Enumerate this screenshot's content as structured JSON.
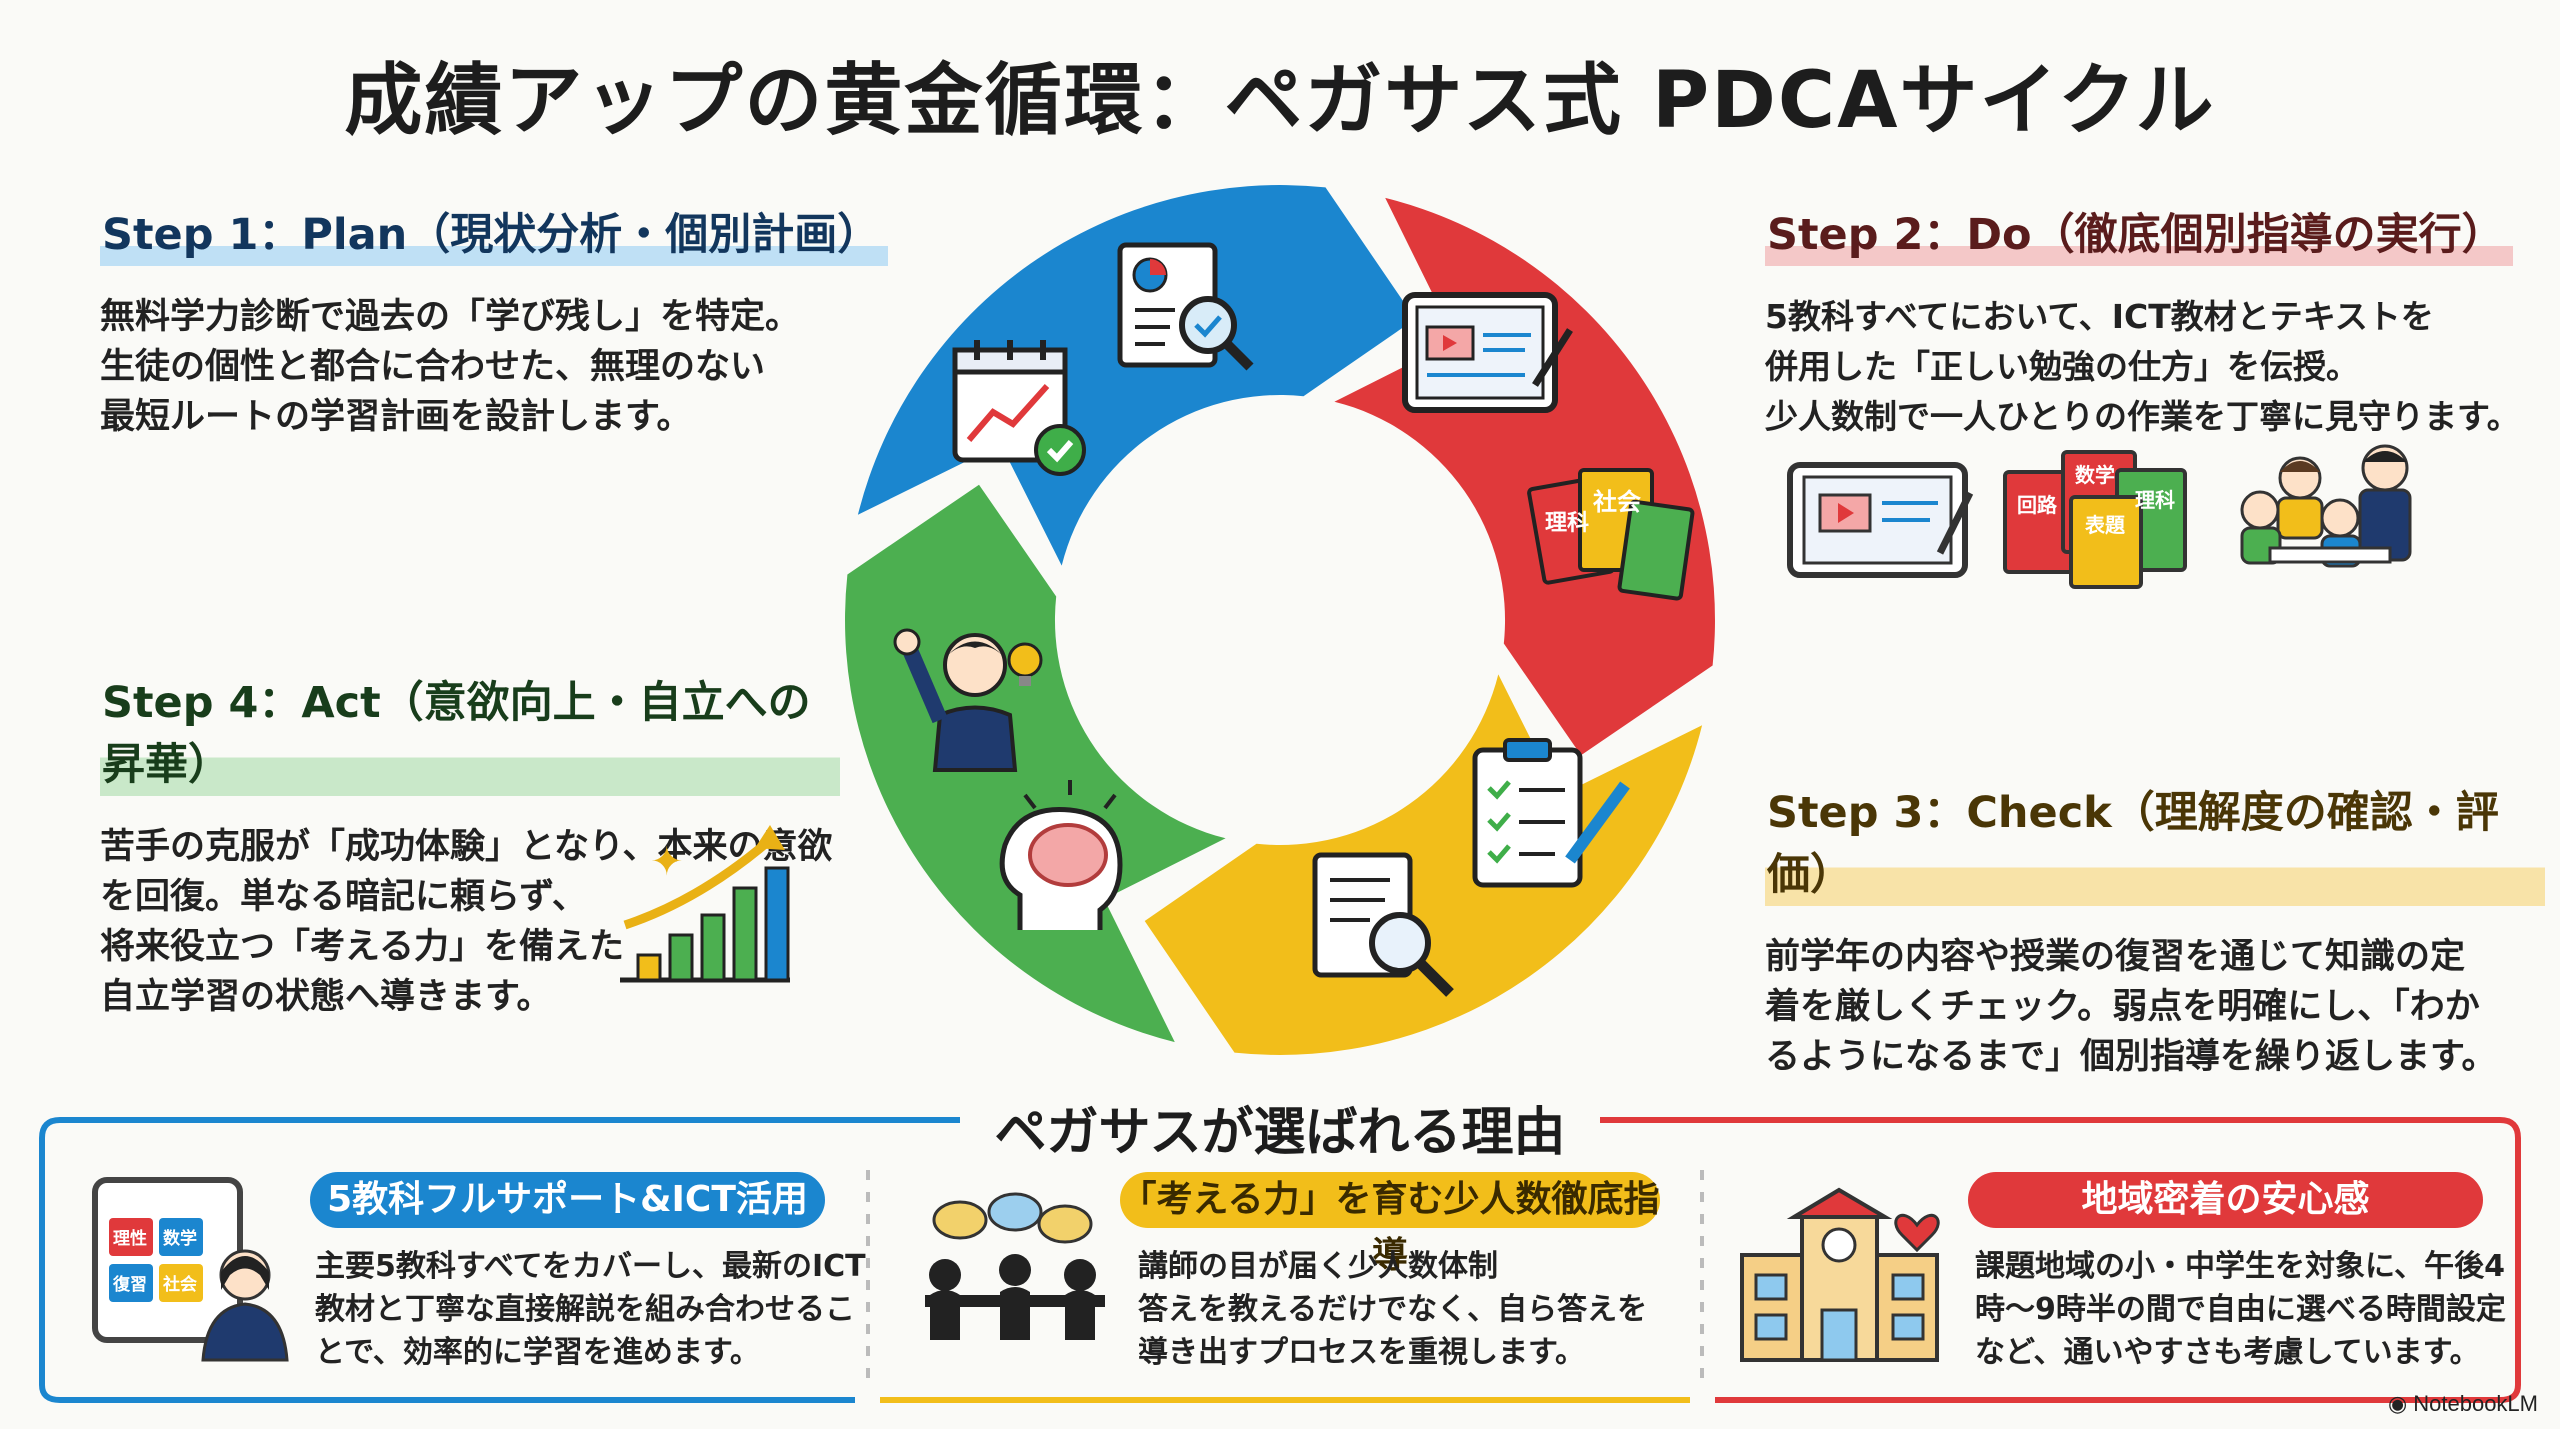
{
  "title": "成績アップの黄金循環：ペガサス式 PDCAサイクル",
  "steps": {
    "plan": {
      "heading": "Step 1：Plan（現状分析・個別計画）",
      "lines": [
        "無料学力診断で過去の「学び残し」を特定。",
        "生徒の個性と都合に合わせた、無理のない",
        "最短ルートの学習計画を設計します。"
      ]
    },
    "do": {
      "heading": "Step 2：Do（徹底個別指導の実行）",
      "lines": [
        "5教科すべてにおいて、ICT教材とテキストを",
        "併用した「正しい勉強の仕方」を伝授。",
        "少人数制で一人ひとりの作業を丁寧に見守ります。"
      ]
    },
    "check": {
      "heading": "Step 3：Check（理解度の確認・評価）",
      "lines": [
        "前学年の内容や授業の復習を通じて知識の定",
        "着を厳しくチェック。弱点を明確にし、「わか",
        "るようになるまで」個別指導を繰り返します。"
      ]
    },
    "act": {
      "heading": "Step 4：Act（意欲向上・自立への昇華）",
      "lines": [
        "苦手の克服が「成功体験」となり、本来の意欲",
        "を回復。単なる暗記に頼らず、",
        "将来役立つ「考える力」を備えた",
        "自立学習の状態へ導きます。"
      ]
    }
  },
  "book_labels": {
    "do_books": [
      "回路",
      "数学",
      "理科",
      "表題"
    ],
    "cycle_books": [
      "理科",
      "社会"
    ],
    "tablet_books": [
      "理性",
      "数学",
      "復習",
      "社会"
    ]
  },
  "reasons": {
    "title": "ペガサスが選ばれる理由",
    "items": [
      {
        "label": "5教科フルサポート&ICT活用",
        "lines": [
          "主要5教科すべてをカバーし、最新のICT",
          "教材と丁寧な直接解説を組み合わせるこ",
          "とで、効率的に学習を進めます。"
        ]
      },
      {
        "label": "「考える力」を育む少人数徹底指導",
        "lines": [
          "講師の目が届く少人数体制",
          "答えを教えるだけでなく、自ら答えを",
          "導き出すプロセスを重視します。"
        ]
      },
      {
        "label": "地域密着の安心感",
        "lines": [
          "課題地域の小・中学生を対象に、午後4",
          "時〜9時半の間で自由に選べる時間設定",
          "など、通いやすさも考慮しています。"
        ]
      }
    ]
  },
  "watermark": "NotebookLM",
  "colors": {
    "blue": "#1b86cf",
    "red": "#e0393b",
    "yellow": "#f2be1a",
    "green": "#4caf50",
    "navy": "#1f3a6e"
  }
}
